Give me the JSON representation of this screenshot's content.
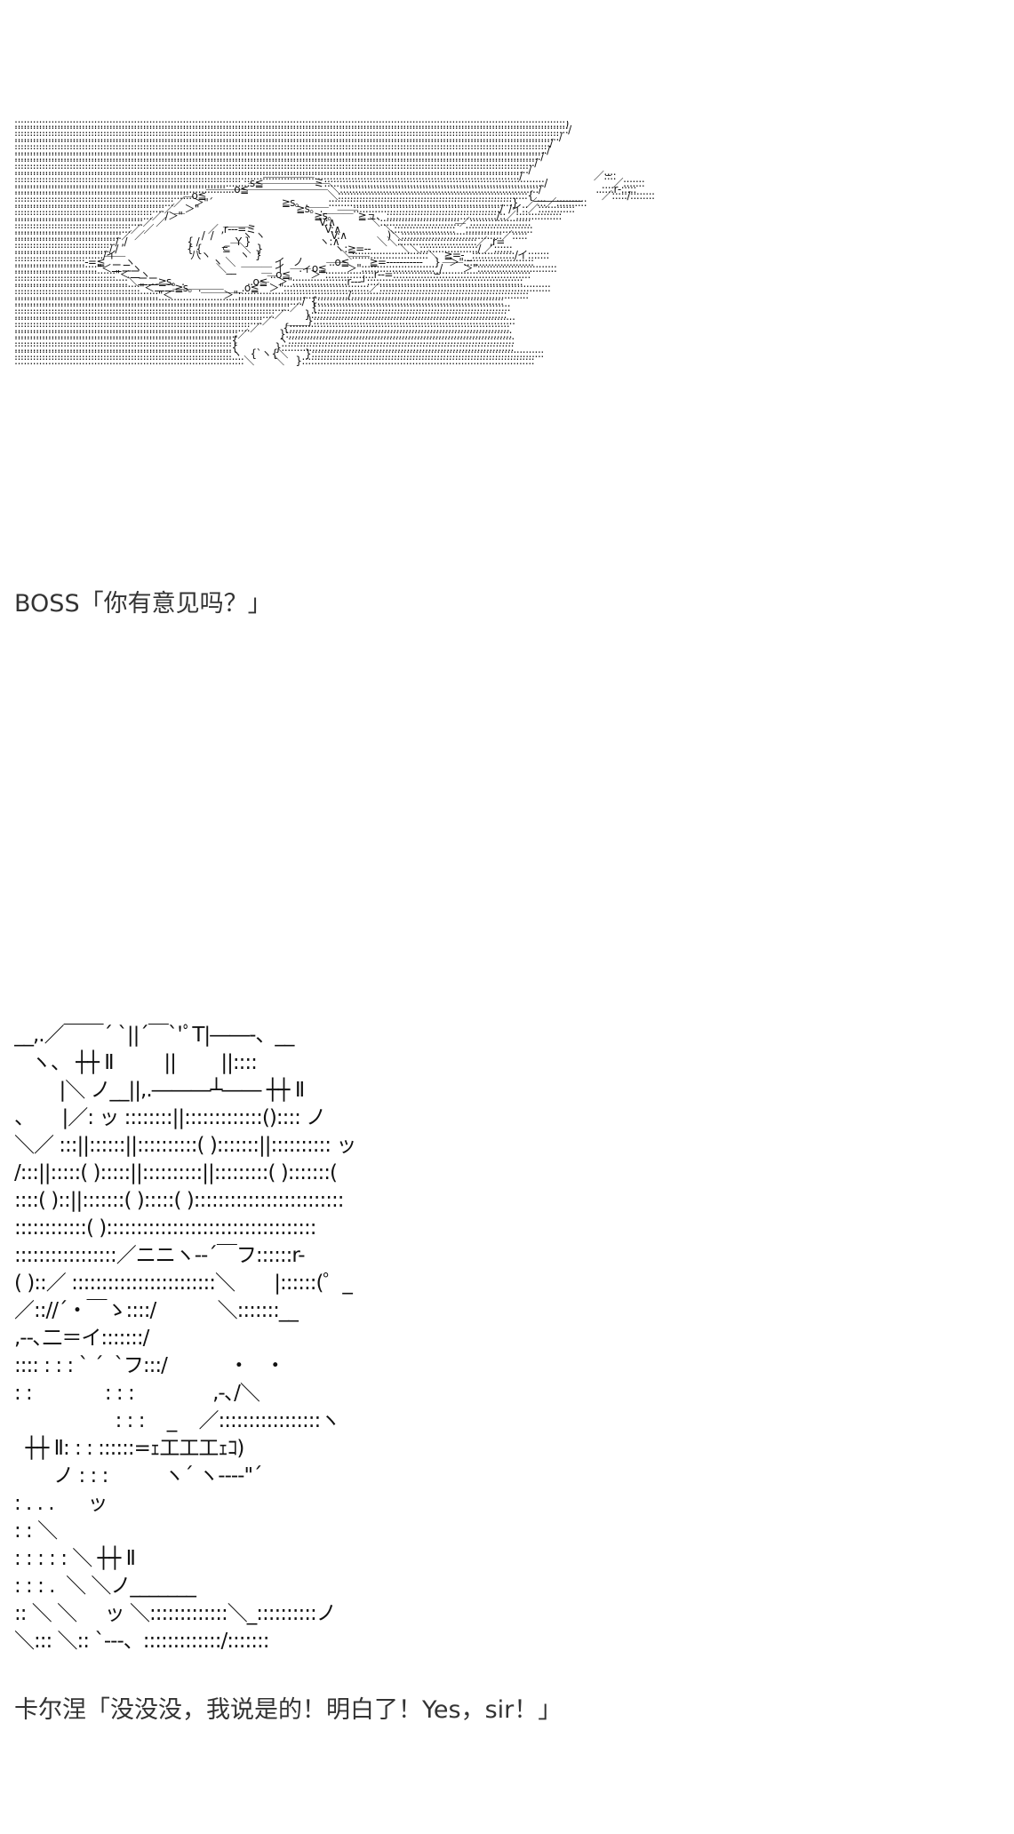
{
  "dialogue": [
    {
      "text": "BOSS「你有意见吗？」",
      "art": "::::::::::::::::::::::::::::::::::::::::::::::::::::::::::::::::::::::::::::::::::::::::::::::::::::::::::::::::::::::::::::::::::::::::::::::::::::::::::::::::::::::::::::::::::::)\n:::::::::::::::::::::::::::::::::::::::::::::::::::::::::::::::::::::::::::::::::::::::::::::::::::::::::::::::::::::::::::::::::::::::::::::::::::::::::::::::::::::::::::::::::::::/\n::::::::::::::::::::::::::::::::::::::::::::::::::::::::::::::::::::::::::::::::::::::::::::::::::::::::::::::::::::::::::::::::::::::::::::::::::::::::::::::::::::::::::::::::::/\n:::::::::::::::::::::::::::::::::::::::::::::::::::::::::::::::::::::::::::::::::::::::::::::::::::::::::::::::::::::::::::::::::::::::::::::::::::::::::::::::::::::::::::::::/\n::::::::::::::::::::::::::::::::::::::::::::::::::::::::::::::::::::::::::::::::::::::::::::::::::::::::::::::::::::::::::::::::::::::::::::::::::::::::::::::::::::::::::::::/\n::::::::::::::::::::::::::::::::::::::::::::::::::::::::::::::::::::::::::::::::::::::::::::::::::::::::::::::::::::::::::::::::::::::::::::::::::::::::::::::::::::::::::::/\n::::::::::::::::::::::::::::::::::::::::::::::::::::::::::::::::::::::::::::::::::::::::::::::::::::::::::::::::::::::::::::::::::::::::::::::::::::::::::::::::::::::::::/\n::::::::::::::::::::::::::::::::::::::::::::::::::::::::::::::::::::::::::::::::::::::::::::::::::::::::::::::::::::::::::::::::::::::::::::::::::::::::::::::::::::::::/                          _\n:::::::::::::::::::::::::::::::::::::::::::::::::::::::::::::::::::::::::::::::::::::::::::::::::::::::::::::::::::::::::::::::::::::::::::::::::::::::::::::::::::::/                         ／::::\n::::::::::::::::::::::::::::::::::::::::::::::::::::::::::::::::::::::::::.::s≦￣￣￣￣￣ミ::::::::::::::::::::::::::::::::::::::::::::::::::::::::::::::::::::::::/                       ／:::::::\n:::::::::::::::::::::::::::::::::::::::::::::::::::::::::::::::::::::...o≦￣￣￣￣￣￣￣￣＼:::::::::::::::::::::::::::::::::::::::::::::::::::::::::::::::::/                   ..::::r‐:::::\n:::::::::::::::::::::::::::::::::::::::::::::::::::::::::.o≦￣￣￣￣￣￣￣￣￣￣￣￣＼::::::::::::::::::::::::::::::::::::::::::::::::::::::::::::::{__________       ／:::::/::::::::\n::::::::::::::::::::::::::::::::::::::::::::::::::::／￣＞\"´                        ≧s。.＿＿::::::::::::::::::::::::::::::::::::::::::::::::::::::::::::}   ／:::／::::::::::\n:::::::::::::::::::::::::::::::::::::::::::::::::／＿＞\"                                  ≧s。.＿＿＿::::::::::::::::::::::::::::::::::::::::::::::::/  /イ::／::::::::::::\n:::::::::::::::::::::::::::::::::::::::::::::／ /＞\"                                              ≧s。￣￣≧ュ、::::::::::::::::::::::::::::::::::::/::／:::::::::::::::\n::::::::::::::::::::::::::::::::::::::::::／ ／                    ＿＿＿                       V:∧            ＼::::::::::::::::::::::::::／::::::::::::::::::::\n::::::::::::::::::::::::::::::::::::::／ ／                   ／ ,r‐‐‐=ミ                        V:∧               ＼::::::::::::::::::::￣::::::::::::::::::::::\n:::::::::::::::::::::::::::::::::::／ ／                    /  /          ヽ ヽ                       V:∧              )＼:::::::::::::::::::::::::::::::::／:::::\n:::::::::::::::::::::::::::::::::/ ,/                     { /        _   Y }                        ヽ:∧             ＼＼::::::::::::::::::::::::::／ ,r=\n:::::::::::::::::::::::::::::::/ /                        { {       ⊆￣＼  }                         ヽ:≧=‐‐          ＼＼:::::::::::::::::::/ ／::::::\n:::::::::::::::::::::::::::::/イ                          八ヽ          ヽ  }                            ＼:::::::::::::::::::::::::＼  ≧=‐ _::::::::::::::/イ:::::::\n:::::::::::::::::::::::‐=≦￣￣ヽ                           ヽ ＼  ＿＿＿ イ   ノ         ..o≦￣￣≧=‐‐‐‐‐‐‐‐‐‐‐    }   ＞\":::::::::::::::::::::::\n:::::::::::::::::::::::::::\"＜二ニヽ                          ＼__         ＿ イ     .ィo≦￣￣＞\"::::::::::::::::::::::::_/￣￣＞\"::::::::::::::::::::::::::\n:::::::::::::::::::::::::::::::::\"＜二ヽ                                          ..o≦￣￣＞\"::::::::::::::::r‐‐=:::::::::::::::::::::::::::::::::::::::::::::\n:::::::::::::::::::::::::::::::::::::＼二二≧s。.                      ..o≦￣＞\"::::::::::::::::::r‐‐‐┘:::::::::::::::::::::::::::::::::::::::::::::::::::\n:::::::::::::::::::::::::::::::::::::::::\"＜二二≧s。.＿＿＿＿.o≦￣＞\"::::::::::::::::::::::::::::／::::::::::::::::::::::::::::::::::::::::::::::::::::::::\n:::::::::::::::::::::::::::::::::::::::::::::::\"＜￣￣￣￣￣＞\"::::::::::::::::::::::::::::::::::::/::::::::::::::::::::::::::::::::::::::::::::::::::::::::::\n::::::::::::::::::::::::::::::::::::::::::::::::::::::::::::::::::::::::::::::::::::::::::::::/  {:::::::::::::::::::::::::::::::::::::::::::::::::::::::::::::\n::::::::::::::::::::::::::::::::::::::::::::::::::::::::::::::::::::::::::::::::::::::::::／    {:::::::::::::::::::::::::::::::::::::::::::::::::::::::::::::::\n:::::::::::::::::::::::::::::::::::::::::::::::::::::::::::::::::::::::::::::::::::::／       }::::::::::::::::::::::::::::::::::::::::::::::::::::::::::::::::\n:::::::::::::::::::::::::::::::::::::::::::::::::::::::::::::::::::::::::::::::::／     ＿＿}::::::::::::::::::::::::::::::::::::::::::::::::::::::::::::::::::\n:::::::::::::::::::::::::::::::::::::::::::::::::::::::::::::::::::::::::::::／        {::::::::::::::::::::::::::::::::::::::::::::::::::::::::::::::::::::::::\n:::::::::::::::::::::::::::::::::::::::::::::::::::::::::::::::::::::::::／           }::::::::::::::::::::::::::::::::::::::::::::::::::::::::::::::::::::::::::\n:::::::::::::::::::::::::::::::::::::::::::::::::::::::::::::::::::::::{              ヽ::::::::::::::::::::::::::::::::::::::::::::::::::::::::::::::::::::::::::\n:::::::::::::::::::::::::::::::::::::::::::::::::::::::::::::::::::::::{             }::::::::::::::::::::::::::::::::::::::::::::::::::::::::::::::::::::::::::::\n:::::::::::::::::::::::::::::::::::::::::::::::::::::::::::::::::::::::ヽ   {`ヽ{＼      }::::::::::::::::::::::::::::::::::::::::::::::::::::::::::::::::::::::::::::\n:::::::::::::::::::::::::::::::::::::::::::::::::::::::::::::::::::::::::::＼       ＼    }::::::::::::::::::::::::::::::::::::::::::::::::::::::::::::::::::::::::::::"
    },
    {
      "text": "卡尔涅「没没没，我说是的！明白了！Yes，sir！」",
      "art": "__,.／￣￣´ `||´￣`'ﾟT|――‐、__\n   ヽ、 ┼┼ Ⅱ         ||        ||::::\n        |＼ ノ__||,.―――┴―― ┼┼ Ⅱ\n、     |／: ッ ::::::::||:::::::::::::():::: ノ\n＼／ :::||::::::||::::::::::( ):::::::||:::::::::: ッ\n/:::||:::::( ):::::||::::::::::||:::::::::( ):::::::(\n::::( )::||:::::::( ):::::( ):::::::::::::::::::::::::\n::::::::::::( ):::::::::::::::::::::::::::::::::::\n:::::::::::::::::／ニニヽ-‐´￣フ::::::r-\n( )::／ ::::::::::::::::::::::::＼       |::::::(゜_\n／:://´・￣ゝ::::/           ＼:::::::__\n,‐‐､二＝イ:::::::/\n:::: : : : ` ´  `フ:::/           ・   ・\n: :             : : :              ,-､/＼\n                  : : :    _    ／:::::::::::::::::ヽ\n  ┼┼ Ⅱ: : : ::::::=ｪ工工工ｪｺ)\n       ノ : : :          ヽ´ ヽ-‐‐‐\"´\n: . . .      ッ\n: : ＼\n: : : : : ＼ ┼┼ Ⅱ\n: : : .  ＼ ＼ノ_______\n:: ＼ ＼     ッ ＼:::::::::::::＼_::::::::::ノ\n＼::: ＼:: `‐‐‐、:::::::::::::/:::::::"
    }
  ]
}
